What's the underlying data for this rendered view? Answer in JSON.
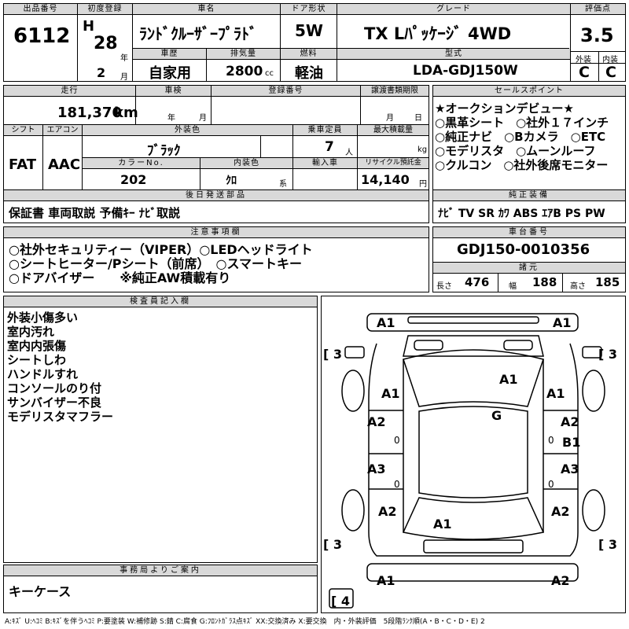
{
  "header": {
    "lot_no_label": "出品番号",
    "lot_no": "6112",
    "first_reg_label": "初度登録",
    "era": "H",
    "year": "28",
    "year_unit": "年",
    "month": "2",
    "month_unit": "月",
    "car_name_label": "車名",
    "car_name": "ﾗﾝﾄﾞｸﾙｰｻﾞｰﾌﾟﾗﾄﾞ",
    "door_label": "ドア形状",
    "door": "5W",
    "grade_label": "グレード",
    "grade": "TX Lﾊﾟｯｹｰｼﾞ 4WD",
    "score_label": "評価点",
    "score": "3.5",
    "history_label": "車歴",
    "history": "自家用",
    "displacement_label": "排気量",
    "displacement": "2800",
    "displacement_unit": "cc",
    "fuel_label": "燃料",
    "fuel": "軽油",
    "model_label": "型式",
    "model": "LDA-GDJ150W",
    "exterior_label": "外装",
    "exterior": "C",
    "interior_label": "内装",
    "interior": "C"
  },
  "info": {
    "mileage_label": "走行",
    "mileage": "181,370",
    "mileage_unit": "km",
    "inspection_label": "車検",
    "inspection_year_unit": "年",
    "inspection_month_unit": "月",
    "plate_label": "登録番号",
    "transfer_label": "譲渡書類期限",
    "transfer_month_unit": "月",
    "transfer_day_unit": "日",
    "shift_label": "シフト",
    "shift": "FAT",
    "ac_label": "エアコン",
    "ac": "AAC",
    "color_label": "外装色",
    "color": "ﾌﾞﾗｯｸ",
    "capacity_label": "乗車定員",
    "capacity": "7",
    "capacity_unit": "人",
    "load_label": "最大積載量",
    "load_unit": "kg",
    "color_no_label": "カラーNo.",
    "color_no": "202",
    "int_color_label": "内装色",
    "int_color": "ｸﾛ",
    "int_color_unit": "系",
    "import_label": "輸入車",
    "recycle_label": "リサイクル預託金",
    "recycle": "14,140",
    "recycle_unit": "円",
    "parts_label": "後日発送部品",
    "parts": "保証書 車両取説 予備ｷｰ ﾅﾋﾞ取説"
  },
  "sales": {
    "label": "セールスポイント",
    "lines": [
      "★オークションデビュー★",
      "○黒革シート　○社外１７インチ",
      "○純正ナビ　○Bカメラ　○ETC",
      "○モデリスタ　○ムーンルーフ",
      "○クルコン　○社外後席モニター"
    ],
    "equip_label": "純正装備",
    "equip": "ﾅﾋﾞ TV SR ｶﾜ ABS ｴｱB PS PW"
  },
  "notes": {
    "label": "注意事項欄",
    "lines": [
      "○社外セキュリティー（VIPER）○LEDヘッドライト",
      "○シートヒーター/Pシート（前席）　○スマートキー",
      "○ドアバイザー　　※純正AW積載有り"
    ]
  },
  "chassis": {
    "label": "車台番号",
    "number": "GDJ150-0010356",
    "dims_label": "諸元",
    "length_label": "長さ",
    "length": "476",
    "width_label": "幅",
    "width": "188",
    "height_label": "高さ",
    "height": "185"
  },
  "inspector": {
    "label": "検査員記入欄",
    "lines": [
      "外装小傷多い",
      "室内汚れ",
      "室内内張傷",
      "シートしわ",
      "ハンドルすれ",
      "コンソールのり付",
      "サンバイザー不良",
      "モデリスタマフラー"
    ]
  },
  "office": {
    "label": "事務局よりご案内",
    "text": "キーケース"
  },
  "diagram": {
    "marks": {
      "front_left": "A1",
      "front_right": "A1",
      "tire_fl": "[ 3",
      "tire_fr": "[ 3",
      "hood": "A1",
      "fender_l": "A1",
      "fender_r": "A1",
      "roof": "G",
      "door_fl": "A2",
      "door_fr": "A2",
      "door_fr2": "B1",
      "door_rl": "A3",
      "door_rr": "A3",
      "qtr_l": "A2",
      "qtr_r": "A2",
      "back": "A1",
      "tire_rl": "[ 3",
      "tire_rr": "[ 3",
      "rear_l": "A1",
      "rear_r": "A2",
      "spare": "[ 4",
      "zero1": "0",
      "zero2": "0",
      "zero3": "0",
      "zero4": "0"
    }
  },
  "legend": "A:ｷｽﾞ U:ﾍｺﾐ B:ｷｽﾞを伴うﾍｺﾐ P:要塗装 W:補修跡 S:錆 C:腐食 G:ﾌﾛﾝﾄｶﾞﾗｽ点ｷｽﾞ XX:交換済み X:要交換　内・外装評価　5段階ﾗﾝｸ順(A・B・C・D・E) 2"
}
